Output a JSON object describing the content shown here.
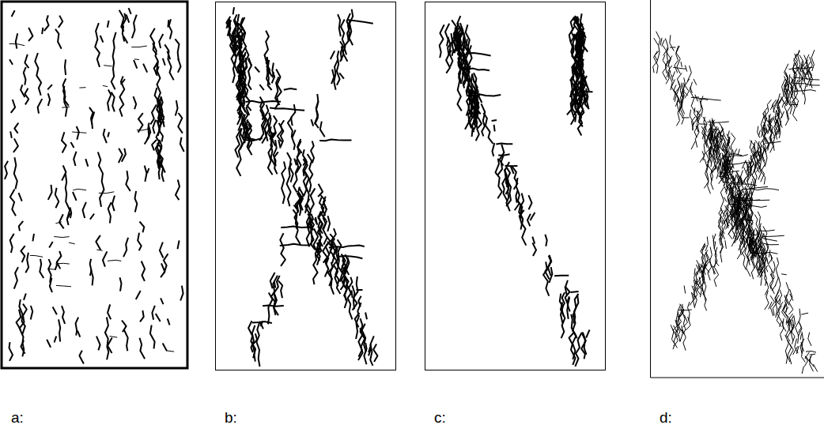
{
  "diagram": {
    "labels": [
      "a:",
      "b:",
      "c:",
      "d:"
    ]
  }
}
